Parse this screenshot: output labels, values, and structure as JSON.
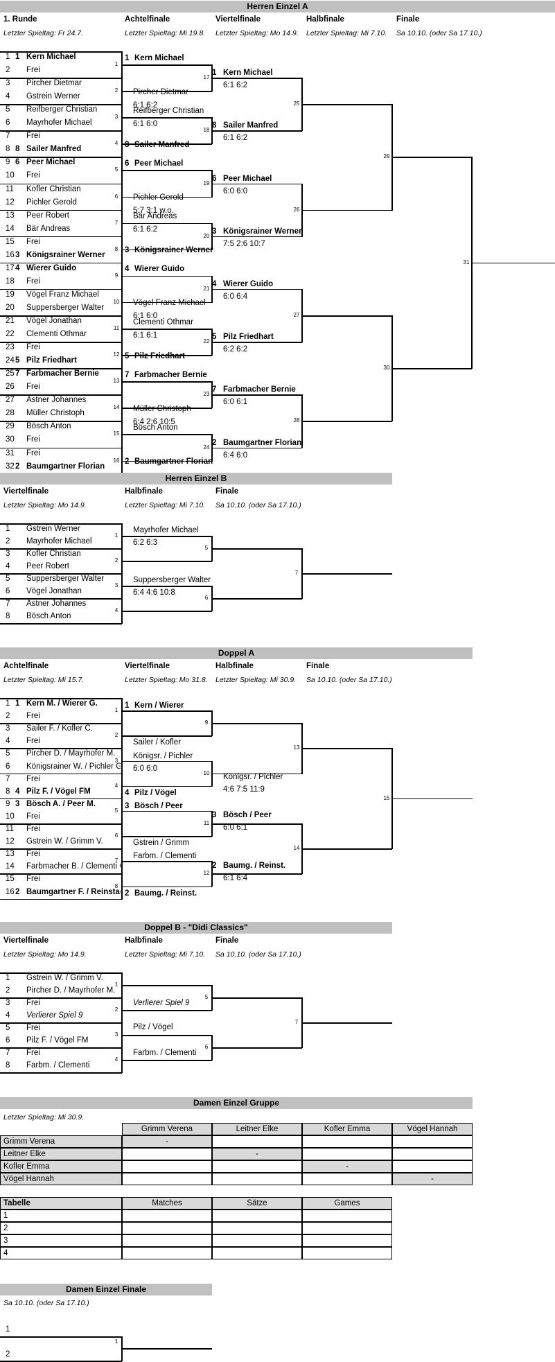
{
  "sections": {
    "ha": {
      "title": "Herren Einzel A",
      "rounds": [
        "1. Runde",
        "Achtelfinale",
        "Viertelfinale",
        "Halbfinale",
        "Finale"
      ],
      "deadlines": [
        "Letzter Spieltag: Fr 24.7.",
        "Letzter Spieltag: Mi 19.8.",
        "Letzter Spieltag: Mo 14.9.",
        "Letzter Spieltag: Mi 7.10.",
        "Sa 10.10. (oder Sa 17.10.)"
      ],
      "entries": [
        {
          "n": "1",
          "seed": "1",
          "name": "Kern Michael",
          "bold": true
        },
        {
          "n": "2",
          "seed": "",
          "name": "Frei",
          "bold": false
        },
        {
          "n": "3",
          "seed": "",
          "name": "Pircher Dietmar",
          "bold": false
        },
        {
          "n": "4",
          "seed": "",
          "name": "Gstrein Werner",
          "bold": false
        },
        {
          "n": "5",
          "seed": "",
          "name": "Reifberger Christian",
          "bold": false
        },
        {
          "n": "6",
          "seed": "",
          "name": "Mayrhofer Michael",
          "bold": false
        },
        {
          "n": "7",
          "seed": "",
          "name": "Frei",
          "bold": false
        },
        {
          "n": "8",
          "seed": "8",
          "name": "Sailer Manfred",
          "bold": true
        },
        {
          "n": "9",
          "seed": "6",
          "name": "Peer Michael",
          "bold": true
        },
        {
          "n": "10",
          "seed": "",
          "name": "Frei",
          "bold": false
        },
        {
          "n": "11",
          "seed": "",
          "name": "Kofler Christian",
          "bold": false
        },
        {
          "n": "12",
          "seed": "",
          "name": "Pichler Gerold",
          "bold": false
        },
        {
          "n": "13",
          "seed": "",
          "name": "Peer Robert",
          "bold": false
        },
        {
          "n": "14",
          "seed": "",
          "name": "Bär Andreas",
          "bold": false
        },
        {
          "n": "15",
          "seed": "",
          "name": "Frei",
          "bold": false
        },
        {
          "n": "16",
          "seed": "3",
          "name": "Königsrainer Werner",
          "bold": true
        },
        {
          "n": "17",
          "seed": "4",
          "name": "Wierer Guido",
          "bold": true
        },
        {
          "n": "18",
          "seed": "",
          "name": "Frei",
          "bold": false
        },
        {
          "n": "19",
          "seed": "",
          "name": "Vögel Franz Michael",
          "bold": false
        },
        {
          "n": "20",
          "seed": "",
          "name": "Suppersberger Walter",
          "bold": false
        },
        {
          "n": "21",
          "seed": "",
          "name": "Vögel Jonathan",
          "bold": false
        },
        {
          "n": "22",
          "seed": "",
          "name": "Clementi Othmar",
          "bold": false
        },
        {
          "n": "23",
          "seed": "",
          "name": "Frei",
          "bold": false
        },
        {
          "n": "24",
          "seed": "5",
          "name": "Pilz Friedhart",
          "bold": true
        },
        {
          "n": "25",
          "seed": "7",
          "name": "Farbmacher Bernie",
          "bold": true
        },
        {
          "n": "26",
          "seed": "",
          "name": "Frei",
          "bold": false
        },
        {
          "n": "27",
          "seed": "",
          "name": "Astner Johannes",
          "bold": false
        },
        {
          "n": "28",
          "seed": "",
          "name": "Müller Christoph",
          "bold": false
        },
        {
          "n": "29",
          "seed": "",
          "name": "Bösch Anton",
          "bold": false
        },
        {
          "n": "30",
          "seed": "",
          "name": "Frei",
          "bold": false
        },
        {
          "n": "31",
          "seed": "",
          "name": "Frei",
          "bold": false
        },
        {
          "n": "32",
          "seed": "2",
          "name": "Baumgartner Florian",
          "bold": true
        }
      ],
      "r1_match_nums": [
        "1",
        "2",
        "3",
        "4",
        "5",
        "6",
        "7",
        "8",
        "9",
        "10",
        "11",
        "12",
        "13",
        "14",
        "15",
        "16"
      ],
      "r2": [
        {
          "seed": "1",
          "name": "Kern Michael",
          "bold": true,
          "score": ""
        },
        {
          "seed": "",
          "name": "Pircher Dietmar",
          "bold": false,
          "score": "6:1 6:2"
        },
        {
          "seed": "",
          "name": "Reifberger Christian",
          "bold": false,
          "score": "6:1 6:0"
        },
        {
          "seed": "8",
          "name": "Sailer Manfred",
          "bold": true,
          "score": ""
        },
        {
          "seed": "6",
          "name": "Peer Michael",
          "bold": true,
          "score": ""
        },
        {
          "seed": "",
          "name": "Pichler Gerold",
          "bold": false,
          "score": "5:7 3:1 w.o."
        },
        {
          "seed": "",
          "name": "Bär Andreas",
          "bold": false,
          "score": "6:1 6:2"
        },
        {
          "seed": "3",
          "name": "Königsrainer Werner",
          "bold": true,
          "score": ""
        },
        {
          "seed": "4",
          "name": "Wierer Guido",
          "bold": true,
          "score": ""
        },
        {
          "seed": "",
          "name": "Vögel Franz Michael",
          "bold": false,
          "score": "6:1 6:0"
        },
        {
          "seed": "",
          "name": "Clementi Othmar",
          "bold": false,
          "score": "6:1 6:1"
        },
        {
          "seed": "5",
          "name": "Pilz Friedhart",
          "bold": true,
          "score": ""
        },
        {
          "seed": "7",
          "name": "Farbmacher Bernie",
          "bold": true,
          "score": ""
        },
        {
          "seed": "",
          "name": "Müller Christoph",
          "bold": false,
          "score": "6:4 2:6 10:5"
        },
        {
          "seed": "",
          "name": "Bösch Anton",
          "bold": false,
          "score": ""
        },
        {
          "seed": "2",
          "name": "Baumgartner Florian",
          "bold": true,
          "score": ""
        }
      ],
      "r2_match_nums": [
        "17",
        "18",
        "19",
        "20",
        "21",
        "22",
        "23",
        "24"
      ],
      "r3": [
        {
          "seed": "1",
          "name": "Kern Michael",
          "bold": true,
          "score": "6:1 6:2"
        },
        {
          "seed": "8",
          "name": "Sailer Manfred",
          "bold": true,
          "score": "6:1 6:2"
        },
        {
          "seed": "6",
          "name": "Peer Michael",
          "bold": true,
          "score": "6:0 6:0"
        },
        {
          "seed": "3",
          "name": "Königsrainer Werner",
          "bold": true,
          "score": "7:5 2:6 10:7"
        },
        {
          "seed": "4",
          "name": "Wierer Guido",
          "bold": true,
          "score": "6:0 6:4"
        },
        {
          "seed": "5",
          "name": "Pilz Friedhart",
          "bold": true,
          "score": "6:2 6:2"
        },
        {
          "seed": "7",
          "name": "Farbmacher Bernie",
          "bold": true,
          "score": "6:0 6:1"
        },
        {
          "seed": "2",
          "name": "Baumgartner Florian",
          "bold": true,
          "score": "6:4 6:0"
        }
      ],
      "r3_match_nums": [
        "25",
        "26",
        "27",
        "28"
      ],
      "r4_match_nums": [
        "29",
        "30"
      ],
      "r5_match_nums": [
        "31"
      ]
    },
    "hb": {
      "title": "Herren Einzel B",
      "rounds": [
        "Viertelfinale",
        "Halbfinale",
        "Finale"
      ],
      "deadlines": [
        "Letzter Spieltag: Mo 14.9.",
        "Letzter Spieltag: Mi 7.10.",
        "Sa 10.10. (oder Sa 17.10.)"
      ],
      "entries": [
        {
          "n": "1",
          "name": "Gstrein Werner"
        },
        {
          "n": "2",
          "name": "Mayrhofer Michael"
        },
        {
          "n": "3",
          "name": "Kofler Christian"
        },
        {
          "n": "4",
          "name": "Peer Robert"
        },
        {
          "n": "5",
          "name": "Suppersberger Walter"
        },
        {
          "n": "6",
          "name": "Vögel Jonathan"
        },
        {
          "n": "7",
          "name": "Astner Johannes"
        },
        {
          "n": "8",
          "name": "Bösch Anton"
        }
      ],
      "r1_match_nums": [
        "1",
        "2",
        "3",
        "4"
      ],
      "r2": [
        {
          "name": "Mayrhofer Michael",
          "score": "6:2 6:3"
        },
        {
          "name": "Suppersberger Walter",
          "score": "6:4 4:6 10:8"
        }
      ],
      "r2_match_nums": [
        "5",
        "6"
      ],
      "r3_match_nums": [
        "7"
      ]
    },
    "da": {
      "title": "Doppel A",
      "rounds": [
        "Achtelfinale",
        "Viertelfinale",
        "Halbfinale",
        "Finale"
      ],
      "deadlines": [
        "Letzter Spieltag: Mi 15.7.",
        "Letzter Spieltag: Mo 31.8.",
        "Letzter Spieltag: Mi 30.9.",
        "Sa 10.10. (oder Sa 17.10.)"
      ],
      "entries": [
        {
          "n": "1",
          "seed": "1",
          "name": "Kern M. / Wierer G.",
          "bold": true
        },
        {
          "n": "2",
          "seed": "",
          "name": "Frei",
          "bold": false
        },
        {
          "n": "3",
          "seed": "",
          "name": "Sailer F. / Kofler C.",
          "bold": false
        },
        {
          "n": "4",
          "seed": "",
          "name": "Frei",
          "bold": false
        },
        {
          "n": "5",
          "seed": "",
          "name": "Pircher D. / Mayrhofer M.",
          "bold": false
        },
        {
          "n": "6",
          "seed": "",
          "name": "Königsrainer W. / Pichler G.",
          "bold": false
        },
        {
          "n": "7",
          "seed": "",
          "name": "Frei",
          "bold": false
        },
        {
          "n": "8",
          "seed": "4",
          "name": "Pilz F. / Vögel FM",
          "bold": true
        },
        {
          "n": "9",
          "seed": "3",
          "name": "Bösch A. / Peer M.",
          "bold": true
        },
        {
          "n": "10",
          "seed": "",
          "name": "Frei",
          "bold": false
        },
        {
          "n": "11",
          "seed": "",
          "name": "Frei",
          "bold": false
        },
        {
          "n": "12",
          "seed": "",
          "name": "Gstrein W. / Grimm V.",
          "bold": false
        },
        {
          "n": "13",
          "seed": "",
          "name": "Frei",
          "bold": false
        },
        {
          "n": "14",
          "seed": "",
          "name": "Farbmacher B. / Clementi O.",
          "bold": false
        },
        {
          "n": "15",
          "seed": "",
          "name": "Frei",
          "bold": false
        },
        {
          "n": "16",
          "seed": "2",
          "name": "Baumgartner F. / Reinstadler",
          "bold": true
        }
      ],
      "r1_match_nums": [
        "1",
        "2",
        "3",
        "4",
        "5",
        "6",
        "7",
        "8"
      ],
      "r2": [
        {
          "seed": "1",
          "name": "Kern / Wierer",
          "bold": true,
          "score": ""
        },
        {
          "seed": "",
          "name": "Sailer / Kofler",
          "bold": false,
          "score": ""
        },
        {
          "seed": "",
          "name": "Königsr. / Pichler",
          "bold": false,
          "score": "6:0 6:0"
        },
        {
          "seed": "4",
          "name": "Pilz / Vögel",
          "bold": true,
          "score": ""
        },
        {
          "seed": "3",
          "name": "Bösch / Peer",
          "bold": true,
          "score": ""
        },
        {
          "seed": "",
          "name": "Gstrein / Grimm",
          "bold": false,
          "score": ""
        },
        {
          "seed": "",
          "name": "Farbm. / Clementi",
          "bold": false,
          "score": ""
        },
        {
          "seed": "2",
          "name": "Baumg. / Reinst.",
          "bold": true,
          "score": ""
        }
      ],
      "r2_match_nums": [
        "9",
        "10",
        "11",
        "12"
      ],
      "r3": [
        {
          "seed": "",
          "name": "Königsr. / Pichler",
          "bold": false,
          "score": "4:6 7:5 11:9"
        },
        {
          "seed": "3",
          "name": "Bösch / Peer",
          "bold": true,
          "score": "6:0 6:1"
        },
        {
          "seed": "2",
          "name": "Baumg. / Reinst.",
          "bold": true,
          "score": "6:1 6:4"
        }
      ],
      "r3_match_nums": [
        "13",
        "14"
      ],
      "r4_match_nums": [
        "15"
      ]
    },
    "db": {
      "title": "Doppel B - \"Didi Classics\"",
      "rounds": [
        "Viertelfinale",
        "Halbfinale",
        "Finale"
      ],
      "deadlines": [
        "Letzter Spieltag: Mo 14.9.",
        "Letzter Spieltag: Mi 7.10.",
        "Sa 10.10. (oder Sa 17.10.)"
      ],
      "entries": [
        {
          "n": "1",
          "name": "Gstrein W. / Grimm V.",
          "italic": false
        },
        {
          "n": "2",
          "name": "Pircher D. / Mayrhofer M.",
          "italic": false
        },
        {
          "n": "3",
          "name": "Frei",
          "italic": false
        },
        {
          "n": "4",
          "name": "Verlierer Spiel 9",
          "italic": true
        },
        {
          "n": "5",
          "name": "Frei",
          "italic": false
        },
        {
          "n": "6",
          "name": "Pilz F. / Vögel FM",
          "italic": false
        },
        {
          "n": "7",
          "name": "Frei",
          "italic": false
        },
        {
          "n": "8",
          "name": "Farbm. / Clementi",
          "italic": false
        }
      ],
      "r1_match_nums": [
        "1",
        "2",
        "3",
        "4"
      ],
      "r2": [
        {
          "name": "Verlierer Spiel 9",
          "italic": true
        },
        {
          "name": "Pilz / Vögel",
          "italic": false
        },
        {
          "name": "Farbm. / Clementi",
          "italic": false
        }
      ],
      "r2_match_nums": [
        "5",
        "6"
      ],
      "r3_match_nums": [
        "7"
      ]
    },
    "dg": {
      "title": "Damen Einzel Gruppe",
      "deadline": "Letzter Spieltag: Mi 30.9.",
      "players": [
        "Grimm Verena",
        "Leitner Elke",
        "Kofler Emma",
        "Vögel Hannah"
      ],
      "self_mark": "-",
      "table_header": [
        "Tabelle",
        "Matches",
        "Sätze",
        "Games"
      ],
      "ranks": [
        "1",
        "2",
        "3",
        "4"
      ]
    },
    "df": {
      "title": "Damen Einzel Finale",
      "deadline": "Sa 10.10. (oder Sa 17.10.)",
      "entries": [
        "1",
        "2"
      ],
      "match_num": "1"
    }
  },
  "colors": {
    "header_bg": "#c0c0c0",
    "cell_gray": "#d9d9d9",
    "line": "#000000"
  }
}
